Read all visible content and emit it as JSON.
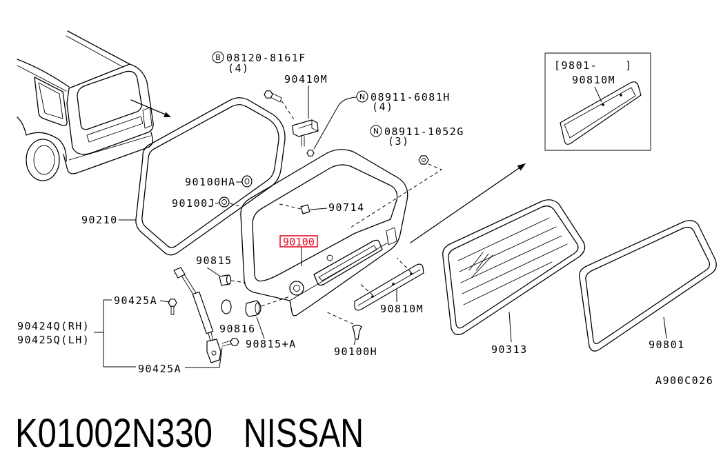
{
  "colors": {
    "line": "#000000",
    "highlight": "#e8001c",
    "background": "#ffffff"
  },
  "callouts": {
    "bolt_prefix": "B",
    "bolt_part": "08120-8161F",
    "bolt_qty": "(4)",
    "hinge": "90410M",
    "hinge_nut_prefix": "N",
    "hinge_nut_part": "08911-6081H",
    "hinge_nut_qty": "(4)",
    "garnish_nut_prefix": "N",
    "garnish_nut_part": "08911-1052G",
    "garnish_nut_qty": "(3)",
    "grommet_ha": "90100HA",
    "grommet_j": "90100J",
    "clip": "90714",
    "weatherstrip": "90210",
    "back_door": "90100",
    "bumper_upper": "90815",
    "stay_bolt_upper": "90425A",
    "stay_rh": "90424Q(RH)",
    "stay_lh": "90425Q(LH)",
    "cap": "90816",
    "bumper_lower": "90815+A",
    "garnish": "90810M",
    "clip_lower": "90100H",
    "stay_bolt_lower": "90425A",
    "glass": "90313",
    "molding": "90801"
  },
  "inset": {
    "range_open": "[9801-",
    "range_close": "]",
    "part": "90810M"
  },
  "diagram_code": "A900C026",
  "footer": {
    "part_number": "K01002N330",
    "brand": "NISSAN"
  }
}
